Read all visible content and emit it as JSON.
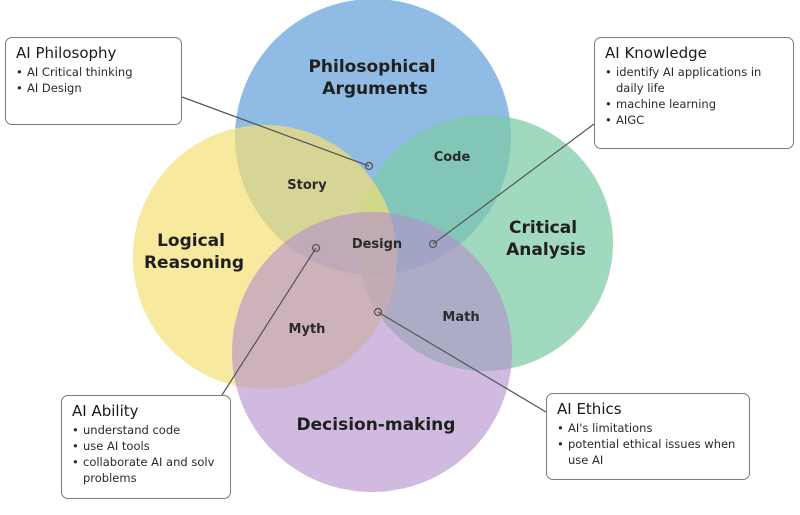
{
  "colors": {
    "philosophical": "#6fa8dc",
    "critical": "#7ccba5",
    "logical": "#f3df74",
    "decision": "#b48fcc",
    "connector": "#555555",
    "box_border": "#7a7a7a"
  },
  "circles": {
    "philosophical": [
      "Philosophical",
      "Arguments"
    ],
    "critical": [
      "Critical",
      "Analysis"
    ],
    "logical": [
      "Logical",
      "Reasoning"
    ],
    "decision": [
      "Decision-making"
    ]
  },
  "regions": {
    "story": "Story",
    "code": "Code",
    "design": "Design",
    "myth": "Myth",
    "math": "Math"
  },
  "callouts": {
    "philosophy": {
      "title": "AI Philosophy",
      "items": [
        "AI Critical thinking",
        "AI Design"
      ]
    },
    "knowledge": {
      "title": "AI Knowledge",
      "items": [
        "identify AI applications in daily life",
        "machine learning",
        "AIGC"
      ]
    },
    "ability": {
      "title": "AI Ability",
      "items": [
        "understand code",
        "use AI tools",
        "collaborate AI and solv problems"
      ]
    },
    "ethics": {
      "title": "AI Ethics",
      "items": [
        "AI's limitations",
        "potential ethical issues when use AI"
      ]
    }
  }
}
